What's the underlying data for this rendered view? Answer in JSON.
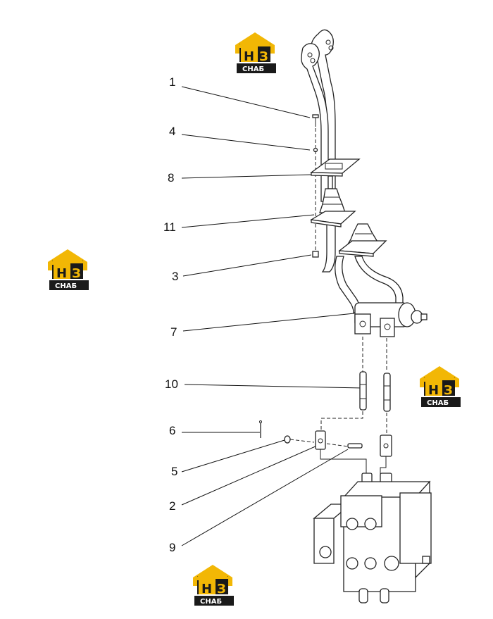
{
  "callouts": [
    "1",
    "4",
    "8",
    "11",
    "3",
    "7",
    "10",
    "6",
    "5",
    "2",
    "9"
  ],
  "watermark": {
    "mark": "НЗ",
    "caption": "СНАБ",
    "accent": "#f2b705",
    "dark": "#1a1a1a"
  },
  "icons": [
    "logo-watermark-icon"
  ]
}
